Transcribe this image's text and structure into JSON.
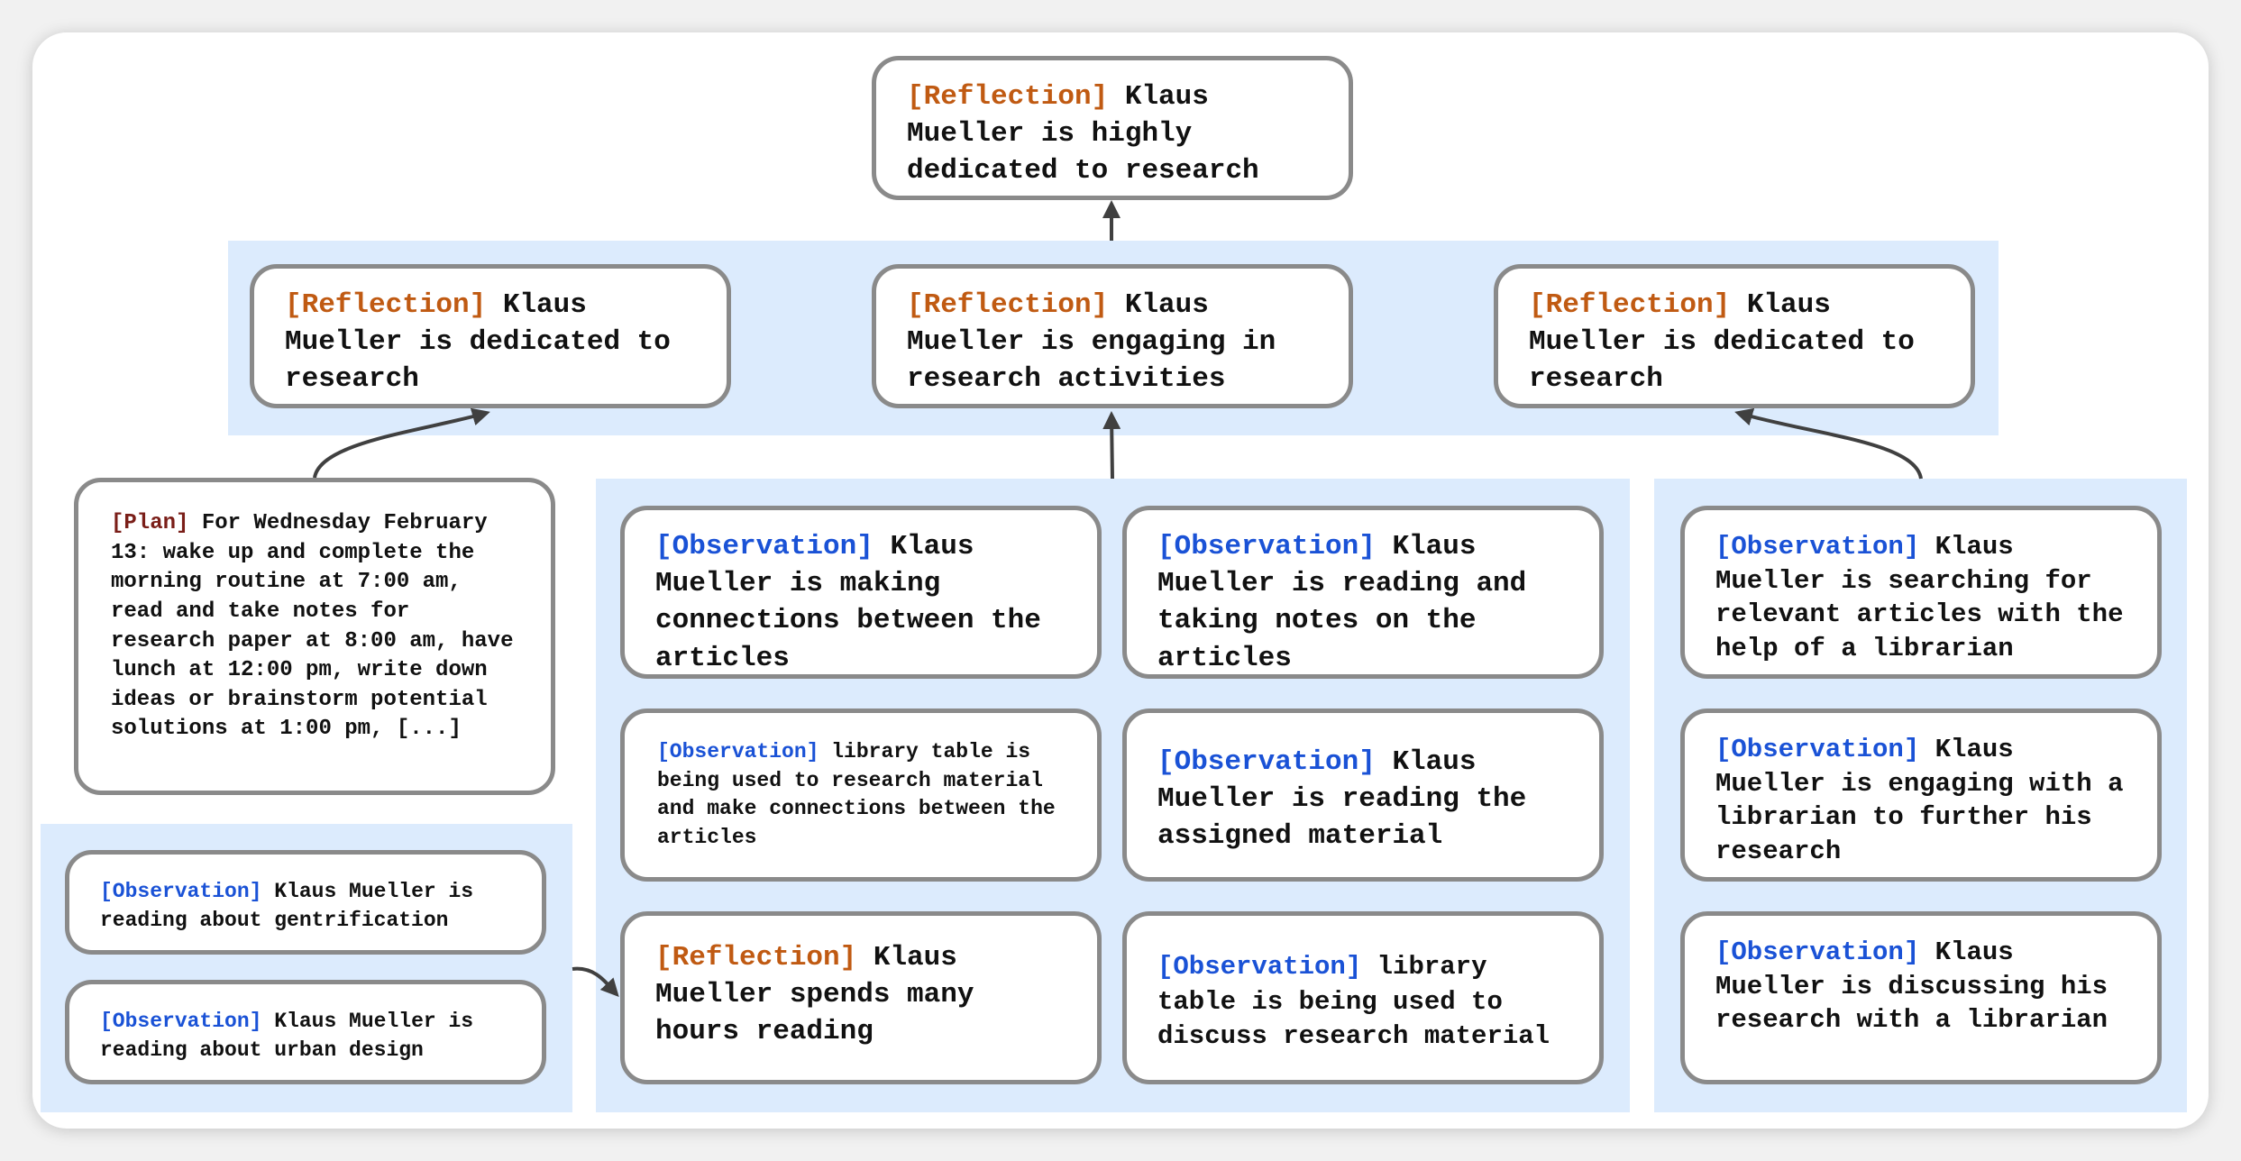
{
  "nodes": {
    "top_reflection": {
      "tag": "[Reflection]",
      "text": " Klaus Mueller is highly dedicated to research"
    },
    "mid_reflection_left": {
      "tag": "[Reflection]",
      "text": " Klaus Mueller is dedicated to research"
    },
    "mid_reflection_center": {
      "tag": "[Reflection]",
      "text": " Klaus Mueller is engaging in research activities"
    },
    "mid_reflection_right": {
      "tag": "[Reflection]",
      "text": " Klaus Mueller is dedicated to research"
    },
    "plan": {
      "tag": "[Plan]",
      "text": " For Wednesday February 13: wake up and complete the morning routine at 7:00 am, read and take notes for research paper at 8:00 am, have lunch at 12:00 pm, write down ideas or brainstorm potential solutions at 1:00 pm, [...]"
    },
    "obs_gentrification": {
      "tag": "[Observation]",
      "text": " Klaus Mueller is reading about gentrification"
    },
    "obs_urban_design": {
      "tag": "[Observation]",
      "text": " Klaus Mueller is reading about urban design"
    },
    "obs_making_connections": {
      "tag": "[Observation]",
      "text": " Klaus Mueller is making connections between the articles"
    },
    "obs_reading_notes": {
      "tag": "[Observation]",
      "text": " Klaus Mueller is reading and taking notes on the articles"
    },
    "obs_library_table_connections": {
      "tag": "[Observation]",
      "text": " library table is being used to research material and make connections between the articles"
    },
    "obs_assigned_material": {
      "tag": "[Observation]",
      "text": " Klaus Mueller is reading the assigned material"
    },
    "reflection_hours_reading": {
      "tag": "[Reflection]",
      "text": " Klaus Mueller spends many hours reading"
    },
    "obs_library_table_discuss": {
      "tag": "[Observation]",
      "text": " library table is being used to discuss research material"
    },
    "obs_searching_articles": {
      "tag": "[Observation]",
      "text": " Klaus Mueller is searching for relevant articles with the help of a librarian"
    },
    "obs_engaging_librarian": {
      "tag": "[Observation]",
      "text": " Klaus Mueller is engaging with a librarian to further his research"
    },
    "obs_discussing_research": {
      "tag": "[Observation]",
      "text": " Klaus Mueller is discussing his research with a librarian"
    }
  },
  "colors": {
    "reflection_tag": "#c05a12",
    "observation_tag": "#1a52d6",
    "plan_tag": "#7a1e18",
    "band": "#dcebfd",
    "node_border": "#8a8a8a",
    "arrow": "#404040"
  }
}
